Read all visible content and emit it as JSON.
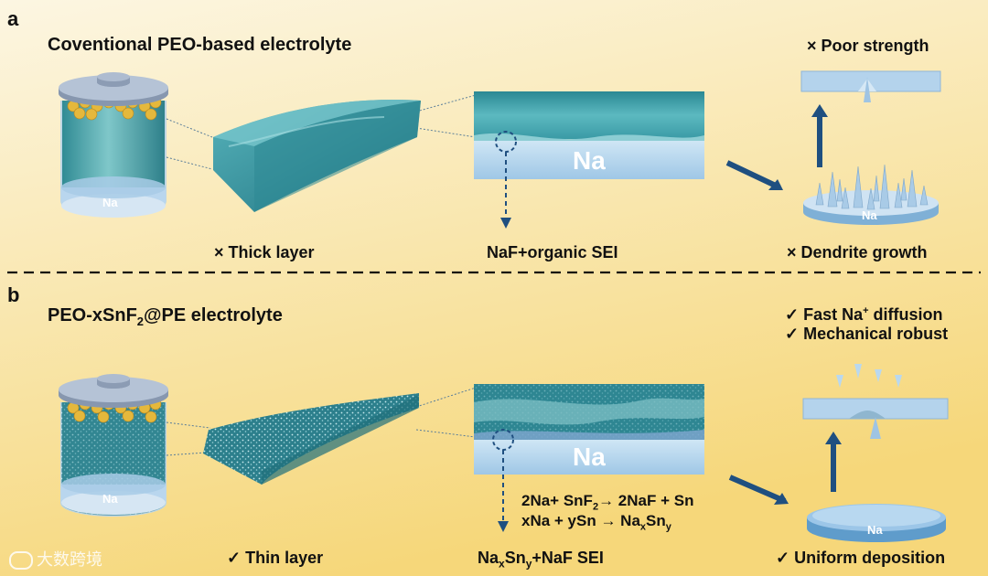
{
  "panel_a": {
    "letter": "a",
    "title": "Coventional PEO-based electrolyte",
    "can_label": "Na",
    "substrate_label": "Na",
    "disc_label": "Na",
    "caption_layer": "× Thick layer",
    "caption_sei": "NaF+organic SEI",
    "caption_dendrite": "× Dendrite growth",
    "caption_strength": "× Poor strength"
  },
  "panel_b": {
    "letter": "b",
    "title_pre": "PEO-xSnF",
    "title_sub": "2",
    "title_post": "@PE electrolyte",
    "can_label": "Na",
    "substrate_label": "Na",
    "disc_label": "Na",
    "feature_1_pre": "✓  Fast Na",
    "feature_1_sup": "+",
    "feature_1_post": " diffusion",
    "feature_2": "✓  Mechanical robust",
    "reaction_1_pre": "2Na+ SnF",
    "reaction_1_sub": "2",
    "reaction_1_post": "→ 2NaF + Sn",
    "reaction_2_pre": "xNa + ySn → Na",
    "reaction_2_sub1": "x",
    "reaction_2_mid": "Sn",
    "reaction_2_sub2": "y",
    "caption_layer": "✓  Thin layer",
    "caption_sei_pre": "Na",
    "caption_sei_sub1": "x",
    "caption_sei_mid": "Sn",
    "caption_sei_sub2": "y",
    "caption_sei_post": "+NaF SEI",
    "caption_deposition": "✓  Uniform deposition"
  },
  "watermark": "大数跨境",
  "colors": {
    "background_top": "#fbf4dc",
    "background_bottom": "#f6d77c",
    "electrolyte": "#3d9aa6",
    "sodium": "#b8d8ee",
    "arrow": "#1f4f80",
    "lid": "#9fb0c7"
  }
}
